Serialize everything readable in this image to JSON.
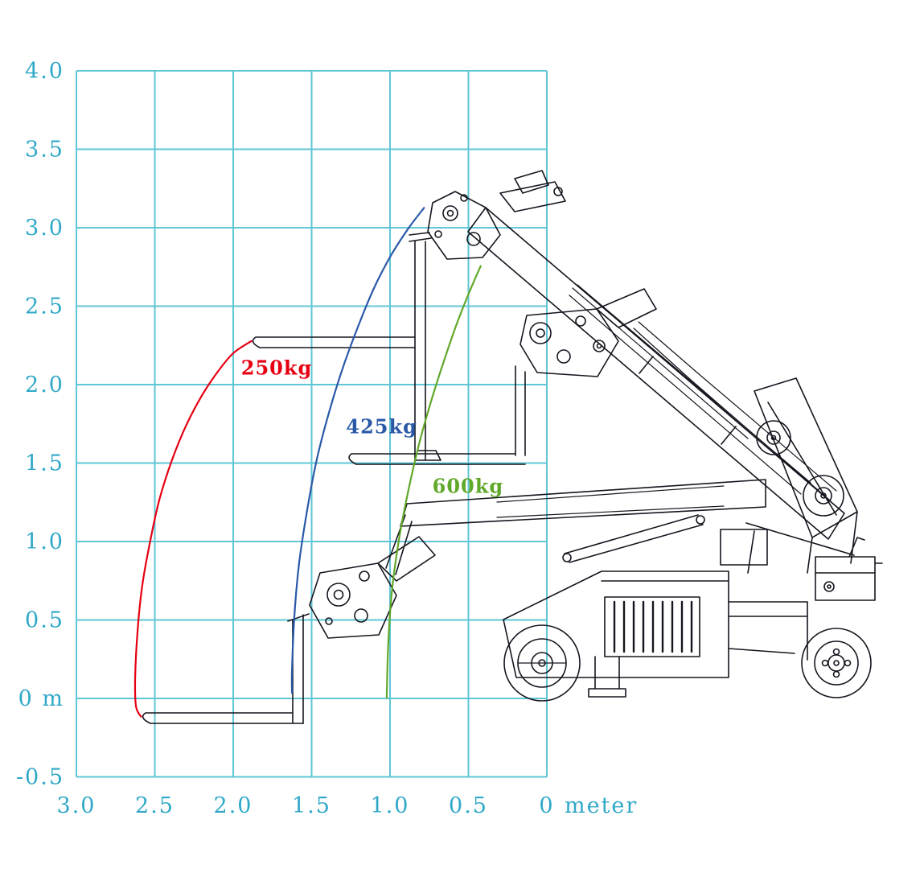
{
  "colors": {
    "background": "#ffffff",
    "grid": "#5fc6d5",
    "axis_text": "#2fa8c8",
    "machine_line": "#15151f"
  },
  "chart_data": {
    "type": "line",
    "title": "",
    "xlabel": "meter",
    "ylabel": "m",
    "x_axis_reversed": true,
    "xlim": [
      3.0,
      0
    ],
    "ylim": [
      -0.5,
      4.0
    ],
    "grid": true,
    "grid_step": 0.5,
    "x_ticks": [
      {
        "v": 3.0,
        "label": "3.0"
      },
      {
        "v": 2.5,
        "label": "2.5"
      },
      {
        "v": 2.0,
        "label": "2.0"
      },
      {
        "v": 1.5,
        "label": "1.5"
      },
      {
        "v": 1.0,
        "label": "1.0"
      },
      {
        "v": 0.5,
        "label": "0.5"
      },
      {
        "v": 0.0,
        "label": "0"
      }
    ],
    "y_ticks": [
      {
        "v": 4.0,
        "label": "4.0"
      },
      {
        "v": 3.5,
        "label": "3.5"
      },
      {
        "v": 3.0,
        "label": "3.0"
      },
      {
        "v": 2.5,
        "label": "2.5"
      },
      {
        "v": 2.0,
        "label": "2.0"
      },
      {
        "v": 1.5,
        "label": "1.5"
      },
      {
        "v": 1.0,
        "label": "1.0"
      },
      {
        "v": 0.5,
        "label": "0.5"
      },
      {
        "v": 0.0,
        "label": "0 m"
      },
      {
        "v": -0.5,
        "label": "-0.5"
      }
    ],
    "series": [
      {
        "name": "250kg",
        "color": "#e60012",
        "label_pos": [
          1.95,
          2.065
        ],
        "points": [
          [
            1.88,
            2.28
          ],
          [
            2.0,
            2.2
          ],
          [
            2.1,
            2.08
          ],
          [
            2.2,
            1.93
          ],
          [
            2.3,
            1.74
          ],
          [
            2.39,
            1.52
          ],
          [
            2.47,
            1.27
          ],
          [
            2.53,
            1.0
          ],
          [
            2.58,
            0.72
          ],
          [
            2.61,
            0.43
          ],
          [
            2.625,
            0.14
          ],
          [
            2.62,
            -0.05
          ],
          [
            2.585,
            -0.12
          ]
        ]
      },
      {
        "name": "425kg",
        "color": "#2b59a8",
        "label_pos": [
          1.28,
          1.69
        ],
        "points": [
          [
            0.78,
            3.13
          ],
          [
            0.88,
            3.0
          ],
          [
            0.99,
            2.83
          ],
          [
            1.1,
            2.62
          ],
          [
            1.2,
            2.38
          ],
          [
            1.3,
            2.11
          ],
          [
            1.39,
            1.82
          ],
          [
            1.47,
            1.51
          ],
          [
            1.53,
            1.19
          ],
          [
            1.58,
            0.86
          ],
          [
            1.61,
            0.52
          ],
          [
            1.625,
            0.18
          ],
          [
            1.625,
            0.03
          ]
        ]
      },
      {
        "name": "600kg",
        "color": "#60a829",
        "label_pos": [
          0.73,
          1.31
        ],
        "points": [
          [
            0.42,
            2.76
          ],
          [
            0.49,
            2.6
          ],
          [
            0.57,
            2.4
          ],
          [
            0.65,
            2.17
          ],
          [
            0.73,
            1.92
          ],
          [
            0.81,
            1.64
          ],
          [
            0.88,
            1.34
          ],
          [
            0.94,
            1.03
          ],
          [
            0.985,
            0.71
          ],
          [
            1.01,
            0.38
          ],
          [
            1.02,
            0.05
          ],
          [
            1.02,
            0.0
          ]
        ]
      }
    ]
  }
}
